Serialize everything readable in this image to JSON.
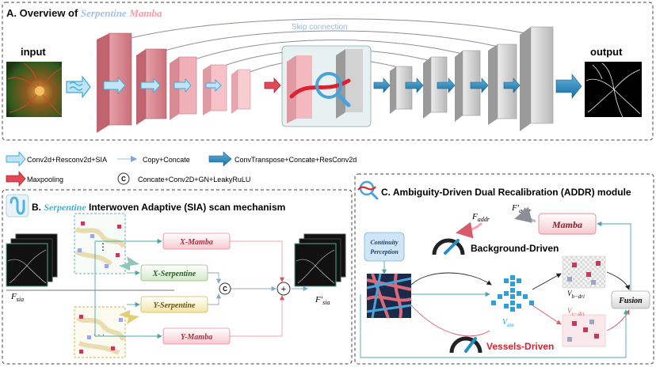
{
  "section_a": {
    "title_prefix": "A. Overview of ",
    "title_serpentine": "Serpentine",
    "title_mamba": "Mamba",
    "input_label": "input",
    "output_label": "output",
    "skip_label": "Skip connection"
  },
  "legend": {
    "conv_sia": "Conv2d+Resconv2d+SIA",
    "copy_concat": "Copy+Concate",
    "convtranspose": "ConvTranspose+Concate+ResConv2d",
    "maxpooling": "Maxpooling",
    "c_symbol": "C",
    "concat_gn": "Concate+Conv2D+GN+LeakyRuLU"
  },
  "section_b": {
    "title_prefix": "B. ",
    "title_serpentine": "Serpentine",
    "title_rest": " Interwoven Adaptive (SIA) scan mechanism",
    "f_sia": "F",
    "f_sia_sub": "sia",
    "f_sia_prime": "F′",
    "x_mamba": "X-Mamba",
    "x_serpentine": "X-Serpentine",
    "y_serpentine": "Y-Serpentine",
    "y_mamba": "Y-Mamba",
    "c_symbol": "C",
    "plus_symbol": "+",
    "ellipsis": "⋮",
    "ellipsis_h": "· · ·"
  },
  "section_c": {
    "title": "C. Ambiguity-Driven Dual Recalibration (ADDR) module",
    "f_addr": "F",
    "f_addr_sub": "addr",
    "f_addr_prime": "F′",
    "mamba": "Mamba",
    "continuity": "Continuity",
    "perception": "Perception",
    "background": "Background-Driven",
    "vessels": "Vessels-Driven",
    "v_am": "V",
    "v_am_sub": "am",
    "v_bdri": "V",
    "v_bdri_sub": "b−dri",
    "v_vdri": "V",
    "v_vdri_sub": "v−dri",
    "fusion": "Fusion"
  },
  "colors": {
    "encoder_pink": "#d9838e",
    "encoder_light": "#f2b8be",
    "decoder_gray": "#c9c9c9",
    "arrow_blue": "#2e86b8",
    "serpentine_blue": "#8fb3e6",
    "mamba_pink": "#f08a9a",
    "vessels_red": "#d9232e"
  }
}
